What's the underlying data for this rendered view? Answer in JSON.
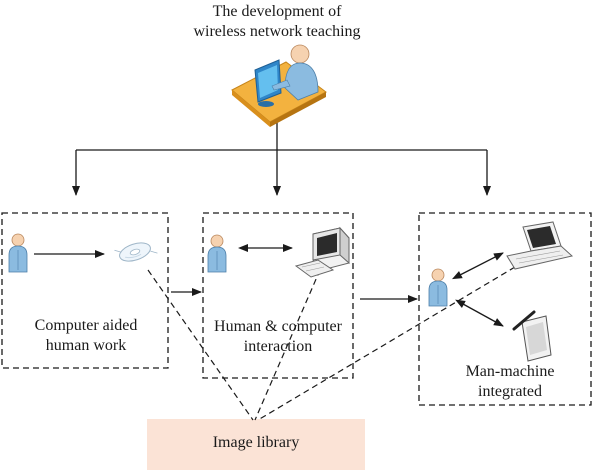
{
  "title": {
    "line1": "The development of",
    "line2": "wireless network teaching"
  },
  "stages": [
    {
      "line1": "Computer aided",
      "line2": "human work"
    },
    {
      "line1": "Human & computer",
      "line2": "interaction"
    },
    {
      "line1": "Man-machine",
      "line2": "integrated"
    }
  ],
  "library": {
    "label": "Image library"
  },
  "colors": {
    "line": "#1a1a1a",
    "person_body": "#8bbbe0",
    "person_head": "#f6d2b0",
    "library_fill": "#fbe3d6",
    "desk_top": "#f3b23f",
    "monitor_screen": "#3fa3e0"
  },
  "icons": [
    "teacher-at-computer-icon",
    "person-icon",
    "disc-icon",
    "desktop-computer-icon",
    "laptop-icon",
    "tablet-stylus-icon"
  ]
}
